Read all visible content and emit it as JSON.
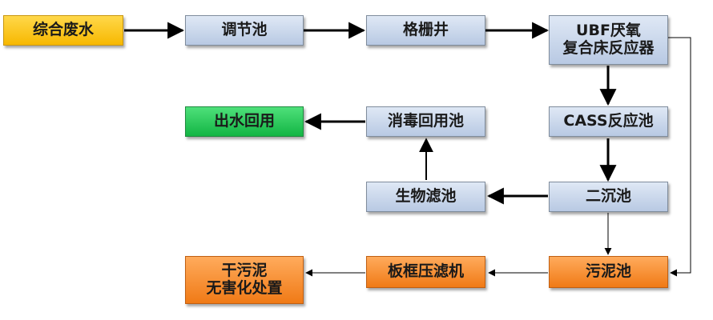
{
  "diagram": {
    "nodes": {
      "wastewater": "综合废水",
      "regulating_tank": "调节池",
      "grid_well": "格栅井",
      "ubf_reactor": "UBF厌氧\n复合床反应器",
      "cass_tank": "CASS反应池",
      "secondary_clarifier": "二沉池",
      "bio_filter": "生物滤池",
      "disinfection_tank": "消毒回用池",
      "effluent_reuse": "出水回用",
      "sludge_tank": "污泥池",
      "filter_press": "板框压滤机",
      "dry_sludge": "干污泥\n无害化处置"
    },
    "edges": [
      [
        "wastewater",
        "regulating_tank"
      ],
      [
        "regulating_tank",
        "grid_well"
      ],
      [
        "grid_well",
        "ubf_reactor"
      ],
      [
        "ubf_reactor",
        "cass_tank"
      ],
      [
        "cass_tank",
        "secondary_clarifier"
      ],
      [
        "secondary_clarifier",
        "bio_filter"
      ],
      [
        "bio_filter",
        "disinfection_tank"
      ],
      [
        "disinfection_tank",
        "effluent_reuse"
      ],
      [
        "secondary_clarifier",
        "sludge_tank"
      ],
      [
        "ubf_reactor",
        "sludge_tank"
      ],
      [
        "sludge_tank",
        "filter_press"
      ],
      [
        "filter_press",
        "dry_sludge"
      ]
    ]
  }
}
